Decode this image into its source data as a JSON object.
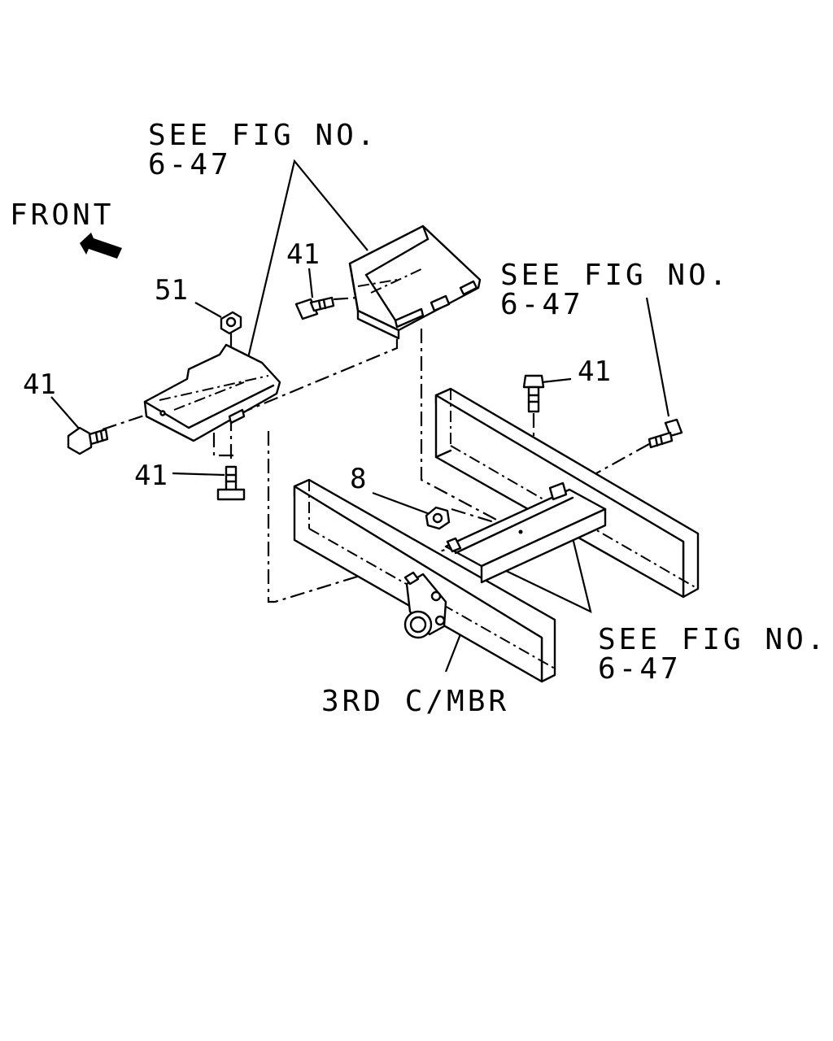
{
  "diagram": {
    "direction_label": "FRONT",
    "direction_icon": "arrow-front-icon",
    "callouts": {
      "see_fig_top": {
        "line1": "SEE FIG NO.",
        "line2": "6-47"
      },
      "see_fig_right": {
        "line1": "SEE FIG NO.",
        "line2": "6-47"
      },
      "see_fig_bottom": {
        "line1": "SEE FIG NO.",
        "line2": "6-47"
      }
    },
    "part_numbers": {
      "bolt_top": "41",
      "nut_51": "51",
      "bolt_left": "41",
      "bolt_bottom_left": "41",
      "nut_8": "8",
      "bolt_right": "41"
    },
    "member_label": "3RD C/MBR"
  }
}
